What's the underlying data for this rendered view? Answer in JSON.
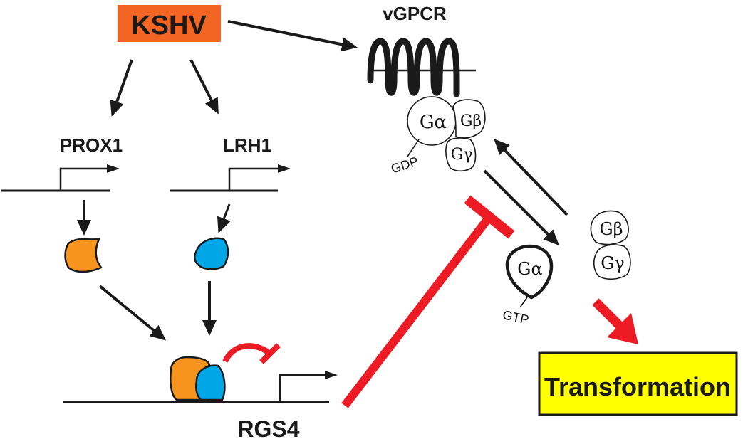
{
  "labels": {
    "virus": "KSHV",
    "receptor": "vGPCR",
    "gene1": "PROX1",
    "gene2": "LRH1",
    "target_gene": "RGS4",
    "outcome": "Transformation",
    "g_alpha": "Gα",
    "g_beta": "Gβ",
    "g_gamma": "Gγ",
    "gdp": "GDP",
    "gtp": "GTP"
  },
  "colors": {
    "virus_box": "#f26522",
    "outcome_box": "#ffff00",
    "prox1_protein": "#f7941d",
    "lrh1_protein": "#00a6e6",
    "inhibition": "#ed1c24",
    "activation": "#ed1c24",
    "line": "#1a1a1a"
  }
}
